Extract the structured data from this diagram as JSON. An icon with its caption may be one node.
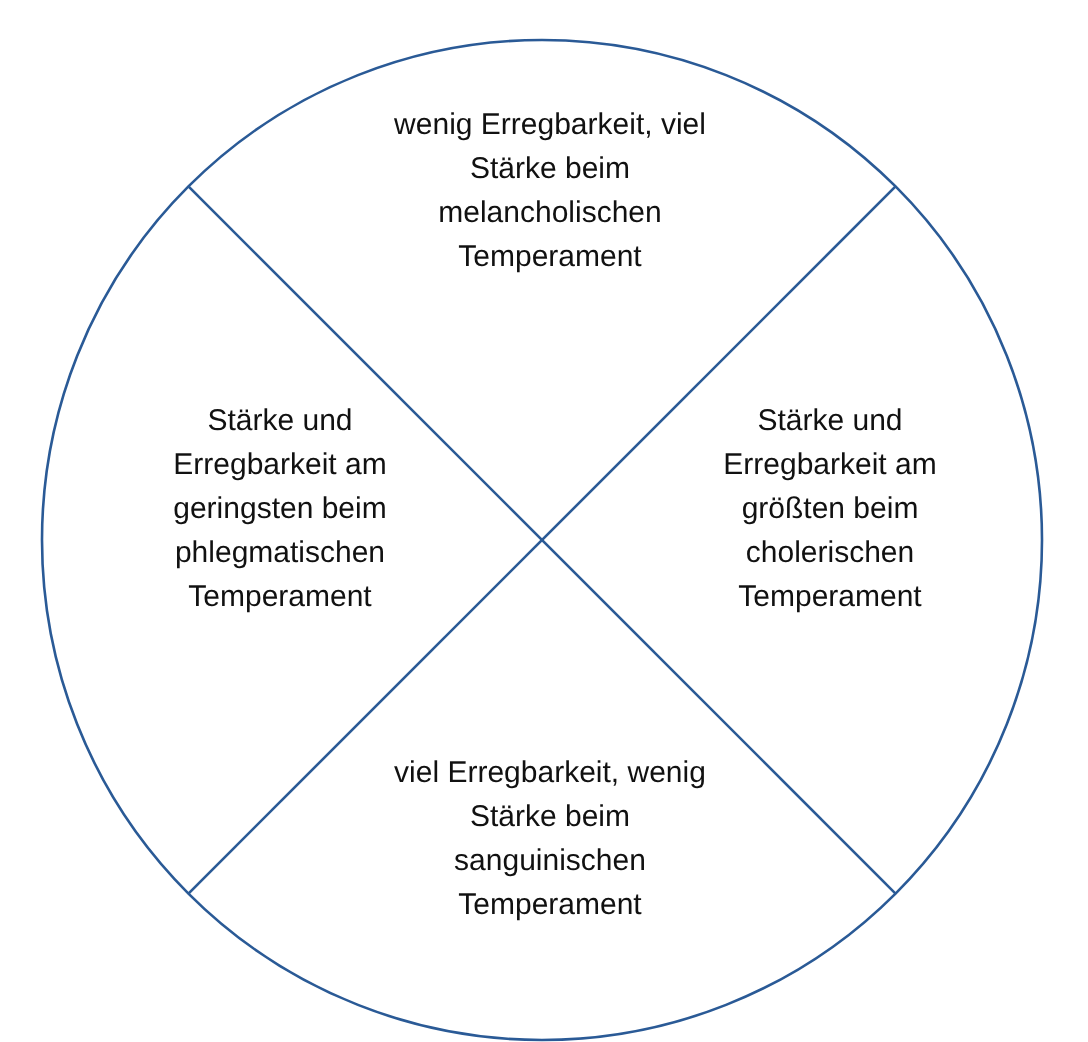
{
  "diagram": {
    "nodes": [
      {
        "text": [
          "wenig Erregbarkeit, viel Stärke beim melancholischen Temperament"
        ]
      },
      {
        "text": [
          "Stärke und Erregbarkeit am geringsten beim phlegmatischen Temperament"
        ]
      },
      {
        "text": [
          "Stärke und Erregbarkeit am größten beim cholerischen Temperament"
        ]
      },
      {
        "text": [
          "viel Erregbarkeit, wenig Stärke beim sanguinischen Temperament"
        ]
      }
    ]
  }
}
